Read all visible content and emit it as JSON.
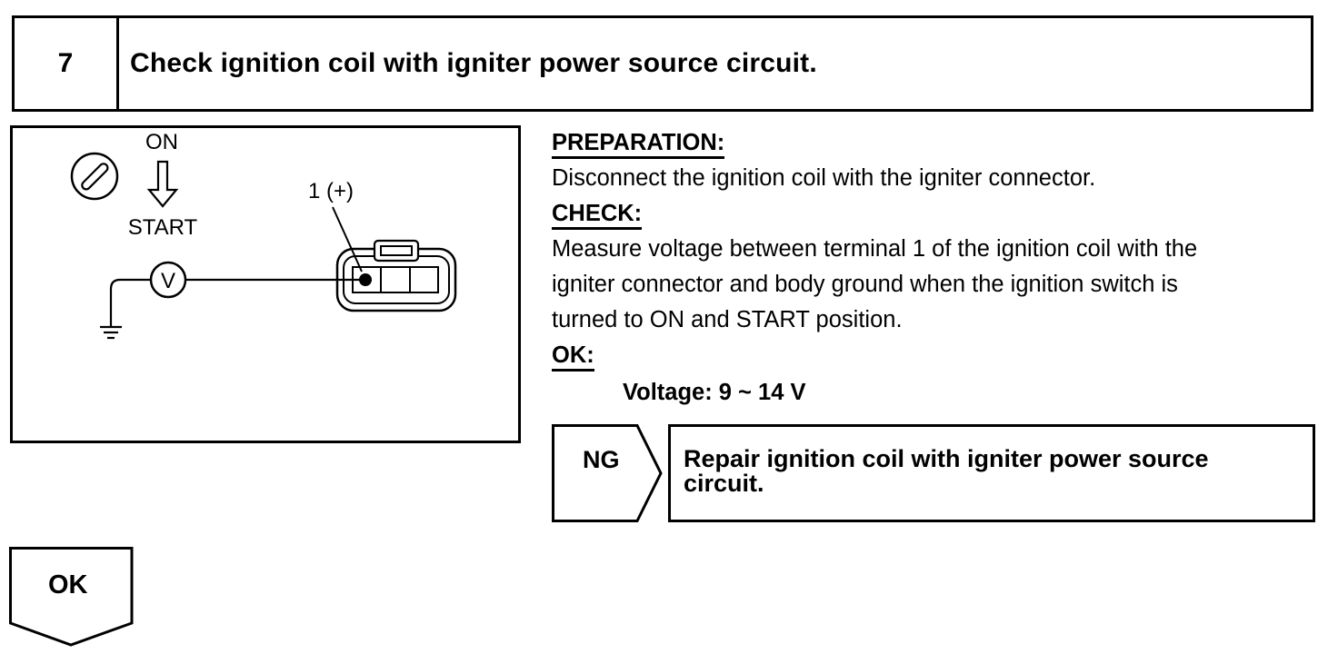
{
  "step": {
    "number": "7",
    "title": "Check ignition coil with igniter power source circuit."
  },
  "illustration": {
    "switch_on_label": "ON",
    "switch_start_label": "START",
    "terminal_label": "1 (+)",
    "meter_label": "V"
  },
  "instructions": {
    "preparation_heading": "PREPARATION:",
    "preparation_text": "Disconnect the ignition coil with the igniter connector.",
    "check_heading": "CHECK:",
    "check_lines": [
      "Measure voltage between terminal 1 of the ignition coil with the",
      "igniter connector and body ground when the ignition switch is",
      "turned to ON and START position."
    ],
    "ok_heading": "OK:",
    "spec": "Voltage: 9 ~ 14 V"
  },
  "ng_result": {
    "label": "NG",
    "action_line1": "Repair ignition coil with igniter power source",
    "action_line2": "circuit."
  },
  "ok_result": {
    "label": "OK"
  }
}
